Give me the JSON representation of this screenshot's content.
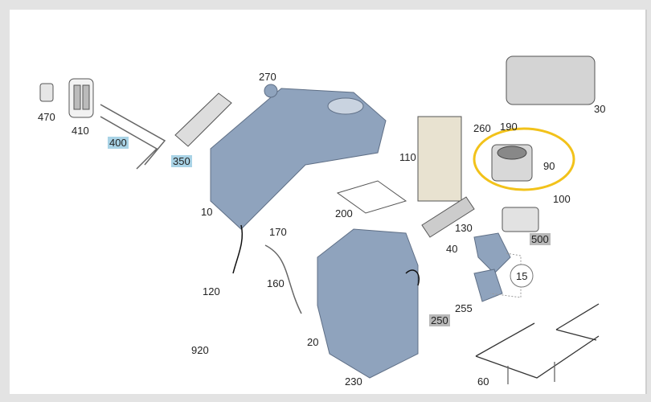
{
  "diagram": {
    "callouts": [
      {
        "id": "470",
        "text": "470",
        "highlight": "none"
      },
      {
        "id": "410",
        "text": "410",
        "highlight": "none"
      },
      {
        "id": "400",
        "text": "400",
        "highlight": "blue"
      },
      {
        "id": "350",
        "text": "350",
        "highlight": "blue"
      },
      {
        "id": "270",
        "text": "270",
        "highlight": "none"
      },
      {
        "id": "10",
        "text": "10",
        "highlight": "none"
      },
      {
        "id": "170",
        "text": "170",
        "highlight": "none"
      },
      {
        "id": "160",
        "text": "160",
        "highlight": "none"
      },
      {
        "id": "120",
        "text": "120",
        "highlight": "none"
      },
      {
        "id": "920",
        "text": "920",
        "highlight": "none"
      },
      {
        "id": "20",
        "text": "20",
        "highlight": "none"
      },
      {
        "id": "230",
        "text": "230",
        "highlight": "none"
      },
      {
        "id": "200",
        "text": "200",
        "highlight": "none"
      },
      {
        "id": "110",
        "text": "110",
        "highlight": "none"
      },
      {
        "id": "260",
        "text": "260",
        "highlight": "none"
      },
      {
        "id": "190",
        "text": "190",
        "highlight": "none"
      },
      {
        "id": "30",
        "text": "30",
        "highlight": "none"
      },
      {
        "id": "90",
        "text": "90",
        "highlight": "yellow-circle"
      },
      {
        "id": "100",
        "text": "100",
        "highlight": "none"
      },
      {
        "id": "130",
        "text": "130",
        "highlight": "none"
      },
      {
        "id": "500",
        "text": "500",
        "highlight": "gray"
      },
      {
        "id": "40",
        "text": "40",
        "highlight": "none"
      },
      {
        "id": "15",
        "text": "15",
        "highlight": "circle"
      },
      {
        "id": "255",
        "text": "255",
        "highlight": "none"
      },
      {
        "id": "250",
        "text": "250",
        "highlight": "gray"
      },
      {
        "id": "60",
        "text": "60",
        "highlight": "none"
      }
    ],
    "colors": {
      "part": "#8fa3bd",
      "part_dark": "#5f6f86",
      "highlight_blue": "#a9d3e6",
      "highlight_gray": "#b9b9b9",
      "circle_yellow": "#f2c21a"
    }
  }
}
